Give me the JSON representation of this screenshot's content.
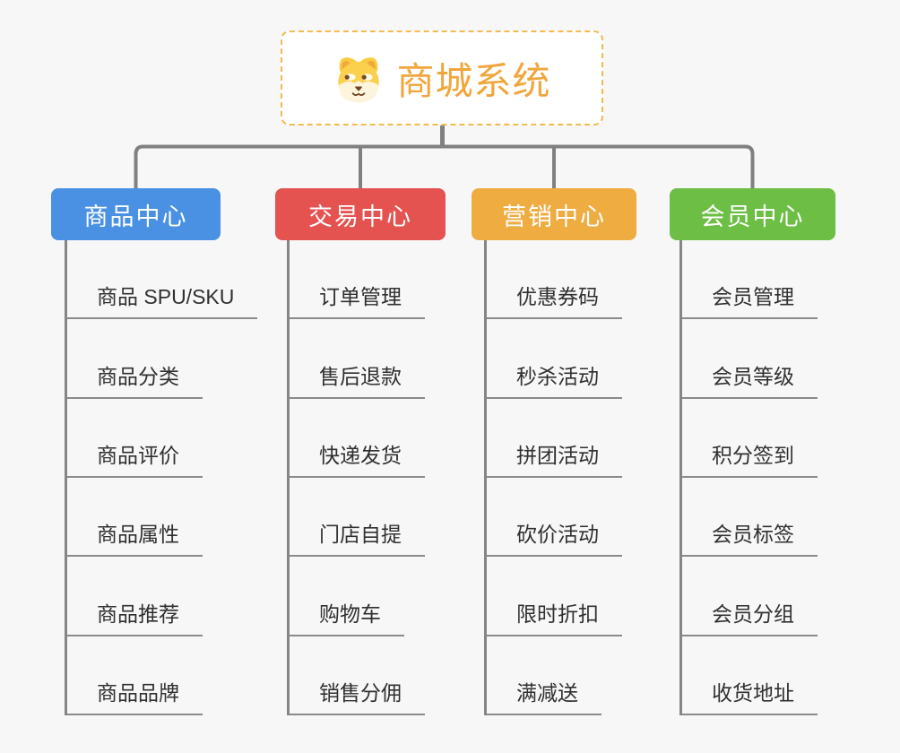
{
  "page": {
    "background_color": "#f7f7f7",
    "connector_color": "#808080",
    "leaf_line_color": "#8a8a8a"
  },
  "root": {
    "title": "商城系统",
    "icon": "dog-face-icon",
    "text_color": "#f0a63c",
    "border_color": "#f3ba52",
    "background_color": "#ffffff"
  },
  "branches": [
    {
      "label": "商品中心",
      "color": "#4a91e4",
      "children": [
        "商品 SPU/SKU",
        "商品分类",
        "商品评价",
        "商品属性",
        "商品推荐",
        "商品品牌"
      ]
    },
    {
      "label": "交易中心",
      "color": "#e55351",
      "children": [
        "订单管理",
        "售后退款",
        "快递发货",
        "门店自提",
        "购物车",
        "销售分佣"
      ]
    },
    {
      "label": "营销中心",
      "color": "#efac41",
      "children": [
        "优惠券码",
        "秒杀活动",
        "拼团活动",
        "砍价活动",
        "限时折扣",
        "满减送"
      ]
    },
    {
      "label": "会员中心",
      "color": "#6dbe44",
      "children": [
        "会员管理",
        "会员等级",
        "积分签到",
        "会员标签",
        "会员分组",
        "收货地址"
      ]
    }
  ]
}
